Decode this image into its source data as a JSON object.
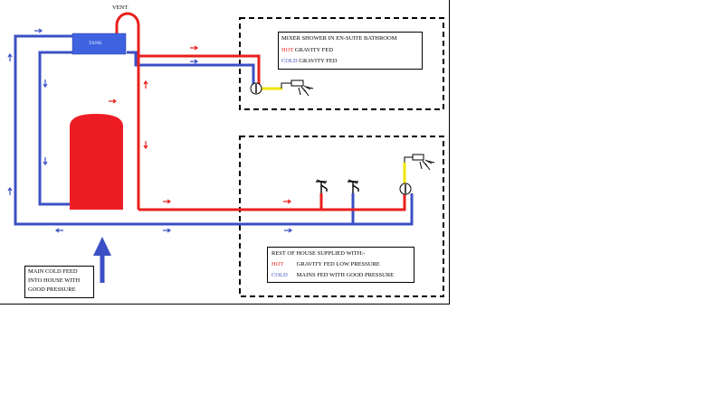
{
  "labels": {
    "vent": "VENT",
    "tank": "TANK"
  },
  "shower_box": {
    "title": "MIXER SHOWER IN EN-SUITE BATHROOM",
    "hot_tag": "HOT",
    "hot_text": "GRAVITY FED",
    "cold_tag": "COLD",
    "cold_text": "GRAVITY FED"
  },
  "house_box": {
    "title": "REST OF HOUSE SUPPLIED WITH:-",
    "hot_tag": "HOT",
    "hot_text": "GRAVITY FED LOW PRESSURE",
    "cold_tag": "COLD",
    "cold_text": "MAINS FED WITH GOOD PRESSURE"
  },
  "main_feed": {
    "line1": "MAIN COLD FEED",
    "line2": "INTO HOUSE WITH",
    "line3": "GOOD PRESSURE"
  },
  "colors": {
    "hot": "#e8201d",
    "cold": "#3b4fc4",
    "tank": "#3f63e0",
    "mixer_link": "#f2e600"
  }
}
